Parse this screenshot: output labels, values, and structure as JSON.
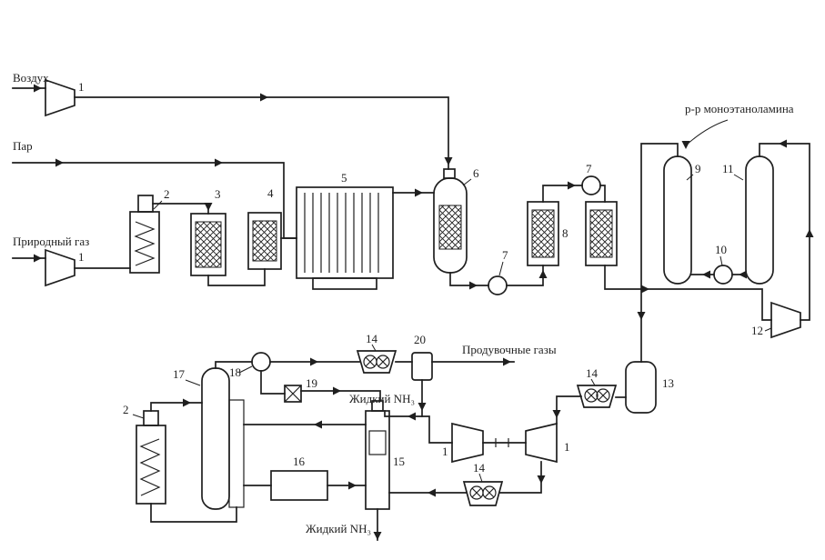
{
  "streams": {
    "air": "Воздух",
    "steam": "Пар",
    "natural_gas": "Природный газ",
    "mea_solution": "р-р моноэтаноламина",
    "purge_gases": "Продувочные газы",
    "liquid_ammonia_upper": "Жидкий NH₃",
    "liquid_ammonia_lower": "Жидкий NH₃"
  },
  "equipment_numbers": {
    "n1": "1",
    "n2": "2",
    "n3": "3",
    "n4": "4",
    "n5": "5",
    "n6": "6",
    "n7": "7",
    "n8": "8",
    "n9": "9",
    "n10": "10",
    "n11": "11",
    "n12": "12",
    "n13": "13",
    "n14": "14",
    "n15": "15",
    "n16": "16",
    "n17": "17",
    "n18": "18",
    "n19": "19",
    "n20": "20"
  },
  "colors": {
    "ink": "#1f1f1f",
    "background": "#ffffff"
  }
}
